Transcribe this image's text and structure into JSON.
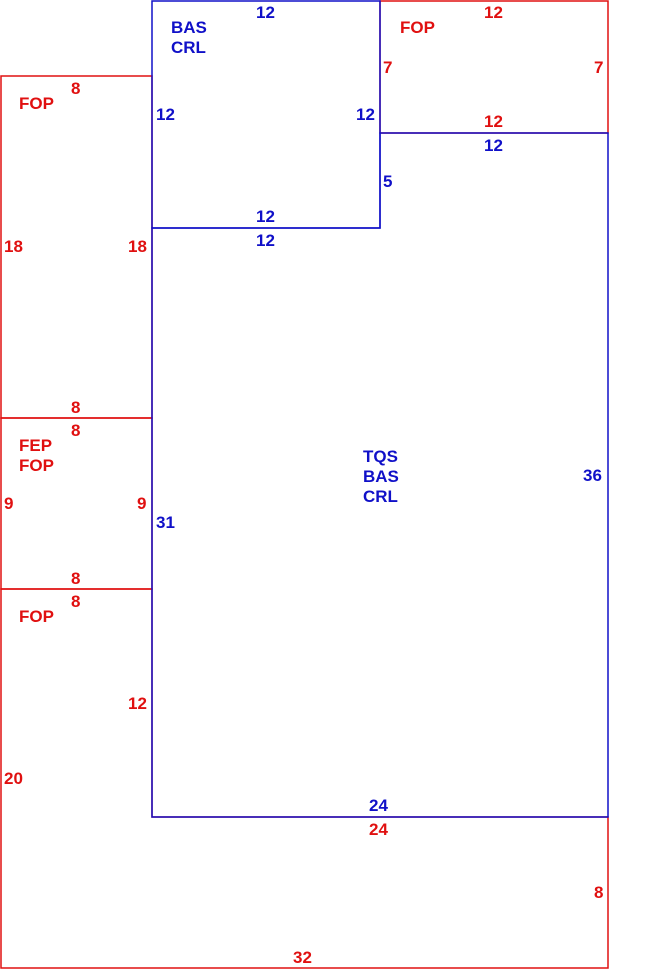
{
  "colors": {
    "red": "#e01010",
    "blue": "#1010c8"
  },
  "sections": [
    {
      "id": "fop-top-right",
      "color": "red",
      "lines": [
        "FOP"
      ],
      "dims": {
        "top": "12",
        "left": "7",
        "right": "7",
        "bottom": "12"
      }
    },
    {
      "id": "fop-left-upper",
      "color": "red",
      "lines": [
        "FOP"
      ],
      "dims": {
        "top": "8",
        "left": "18",
        "right": "18",
        "bottom": "8"
      }
    },
    {
      "id": "fep-fop-left-middle",
      "color": "red",
      "lines": [
        "FEP",
        "FOP"
      ],
      "dims": {
        "top": "8",
        "left": "9",
        "right": "9",
        "bottom": "8"
      }
    },
    {
      "id": "fop-left-lower",
      "color": "red",
      "lines": [
        "FOP"
      ],
      "dims": {
        "top": "8",
        "left": "20",
        "right_upper": "12",
        "right_lower": "8",
        "inner_top": "24",
        "bottom": "32"
      }
    },
    {
      "id": "bas-crl-upper",
      "color": "blue",
      "lines": [
        "BAS",
        "CRL"
      ],
      "dims": {
        "top": "12",
        "left": "12",
        "right": "12",
        "bottom": "12"
      }
    },
    {
      "id": "tqs-bas-crl-main",
      "color": "blue",
      "lines": [
        "TQS",
        "BAS",
        "CRL"
      ],
      "dims": {
        "top_upper": "12",
        "top_right": "12",
        "step": "5",
        "left": "31",
        "right": "36",
        "bottom": "24"
      }
    }
  ]
}
